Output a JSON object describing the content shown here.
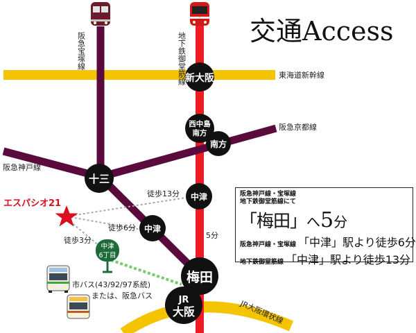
{
  "title": "交通Access",
  "stations": {
    "shin_osaka": "新大阪",
    "nishinakajima_1": "西中島",
    "nishinakajima_2": "南方",
    "minamikata": "南方",
    "juso": "十三",
    "nakatsu_subway": "中津",
    "nakatsu_hankyu": "中津",
    "umeda": "梅田",
    "jr_osaka_1": "JR",
    "jr_osaka_2": "大阪"
  },
  "lines": {
    "hankyu_takarazuka": "阪急宝塚線",
    "subway_midosuji": "地下鉄御堂筋線",
    "tokaido_shinkansen": "東海道新幹線",
    "hankyu_kyoto": "阪急京都線",
    "hankyu_kobe": "阪急神戸線",
    "jr_loop": "JR大阪環状線"
  },
  "destination": "エスパシオ21",
  "bus_stop": {
    "line1": "中津",
    "line2": "6丁目"
  },
  "walk": {
    "to_juso": "徒歩13分",
    "to_nakatsu": "徒歩6分",
    "to_bus_stop": "徒歩3分",
    "umeda_nakatsu": "5分"
  },
  "bus": {
    "line1": "市バス(43/92/97系統)",
    "line2": "または、阪急バス"
  },
  "info": {
    "lines_line1": "阪急神戸線・宝塚線",
    "lines_line2": "地下鉄御堂筋線にて",
    "umeda_open": "「梅田」",
    "to": "へ",
    "minutes": "5",
    "unit": "分",
    "row2_label": "阪急神戸線・宝塚線",
    "row2_text": "「中津」駅より徒歩6分",
    "row3_label": "地下鉄御堂筋線",
    "row3_text": "「中津」駅より徒歩13分"
  },
  "colors": {
    "hankyu_line": "#5a0a3c",
    "subway_line": "#ee1c24",
    "shinkansen_line": "#f5c400",
    "jr_loop": "#f5c400",
    "station": "#111111",
    "star": "#d90f1f",
    "bus_stop": "#1e6b3a",
    "walk_path": "#7bc96f",
    "walk_dotted": "#a8a8a8"
  }
}
